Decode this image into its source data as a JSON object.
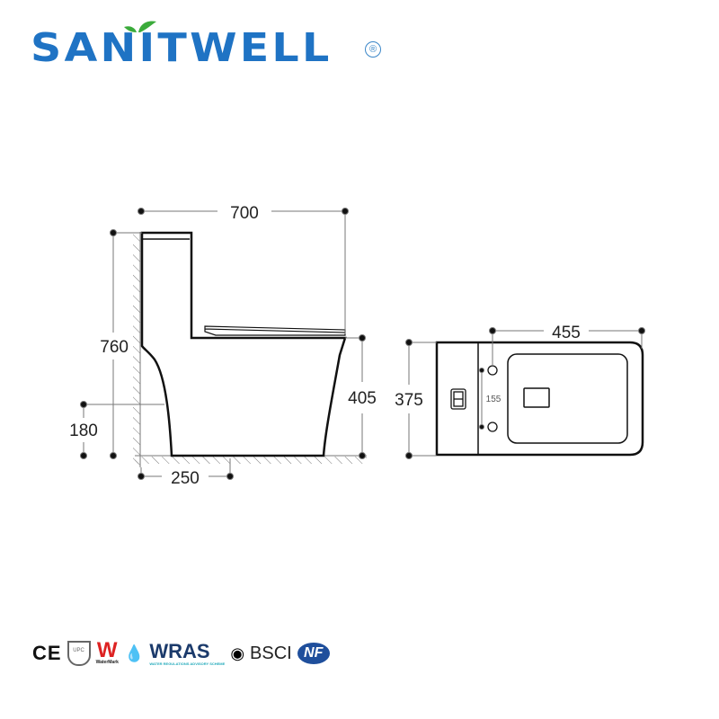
{
  "brand": {
    "name": "SANITWELL",
    "registered_mark": "®",
    "color": "#1f73c4",
    "leaf_color": "#3bab3b"
  },
  "side_view": {
    "dimensions": {
      "overall_length": "700",
      "overall_height": "760",
      "seat_height": "405",
      "outlet_height": "180",
      "rough_in": "250"
    }
  },
  "top_view": {
    "dimensions": {
      "bowl_length": "455",
      "width": "375",
      "bolt_spacing": "155"
    }
  },
  "certifications": {
    "ce": "CE",
    "upc": "UPC",
    "watermark": "W",
    "watermark_caption": "WaterMark",
    "wras": "WRAS",
    "wras_caption": "WATER REGULATIONS ADVISORY SCHEME",
    "bsci": "BSCI",
    "nf": "NF"
  }
}
